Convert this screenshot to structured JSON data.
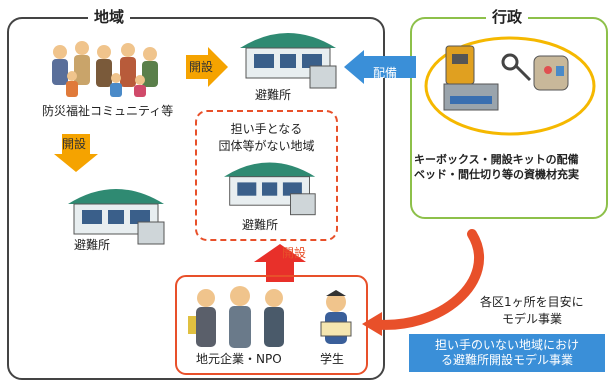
{
  "regional": {
    "title": "地域",
    "community_label": "防災福祉コミュニティ等",
    "open_label_1": "開設",
    "open_label_2": "開設",
    "open_label_3": "開設",
    "shelter_label_left": "避難所",
    "shelter_label_top": "避難所",
    "shelter_label_center": "避難所",
    "no_group_line1": "担い手となる",
    "no_group_line2": "団体等がない地域",
    "business_label": "地元企業・NPO",
    "student_label": "学生"
  },
  "admin": {
    "title": "行政",
    "deploy_label": "配備",
    "keybox_line1": "キーボックス・開設キットの配備",
    "keybox_line2": "ベッド・間仕切り等の資機材充実"
  },
  "model": {
    "note_line1": "各区1ヶ所を目安に",
    "note_line2": "モデル事業",
    "banner_line1": "担い手のいない地域におけ",
    "banner_line2": "る避難所開設モデル事業"
  },
  "colors": {
    "region_border": "#444444",
    "admin_border": "#8dc04a",
    "accent_orange": "#f5a300",
    "accent_red": "#e8502a",
    "accent_blue": "#3a8fd8"
  }
}
